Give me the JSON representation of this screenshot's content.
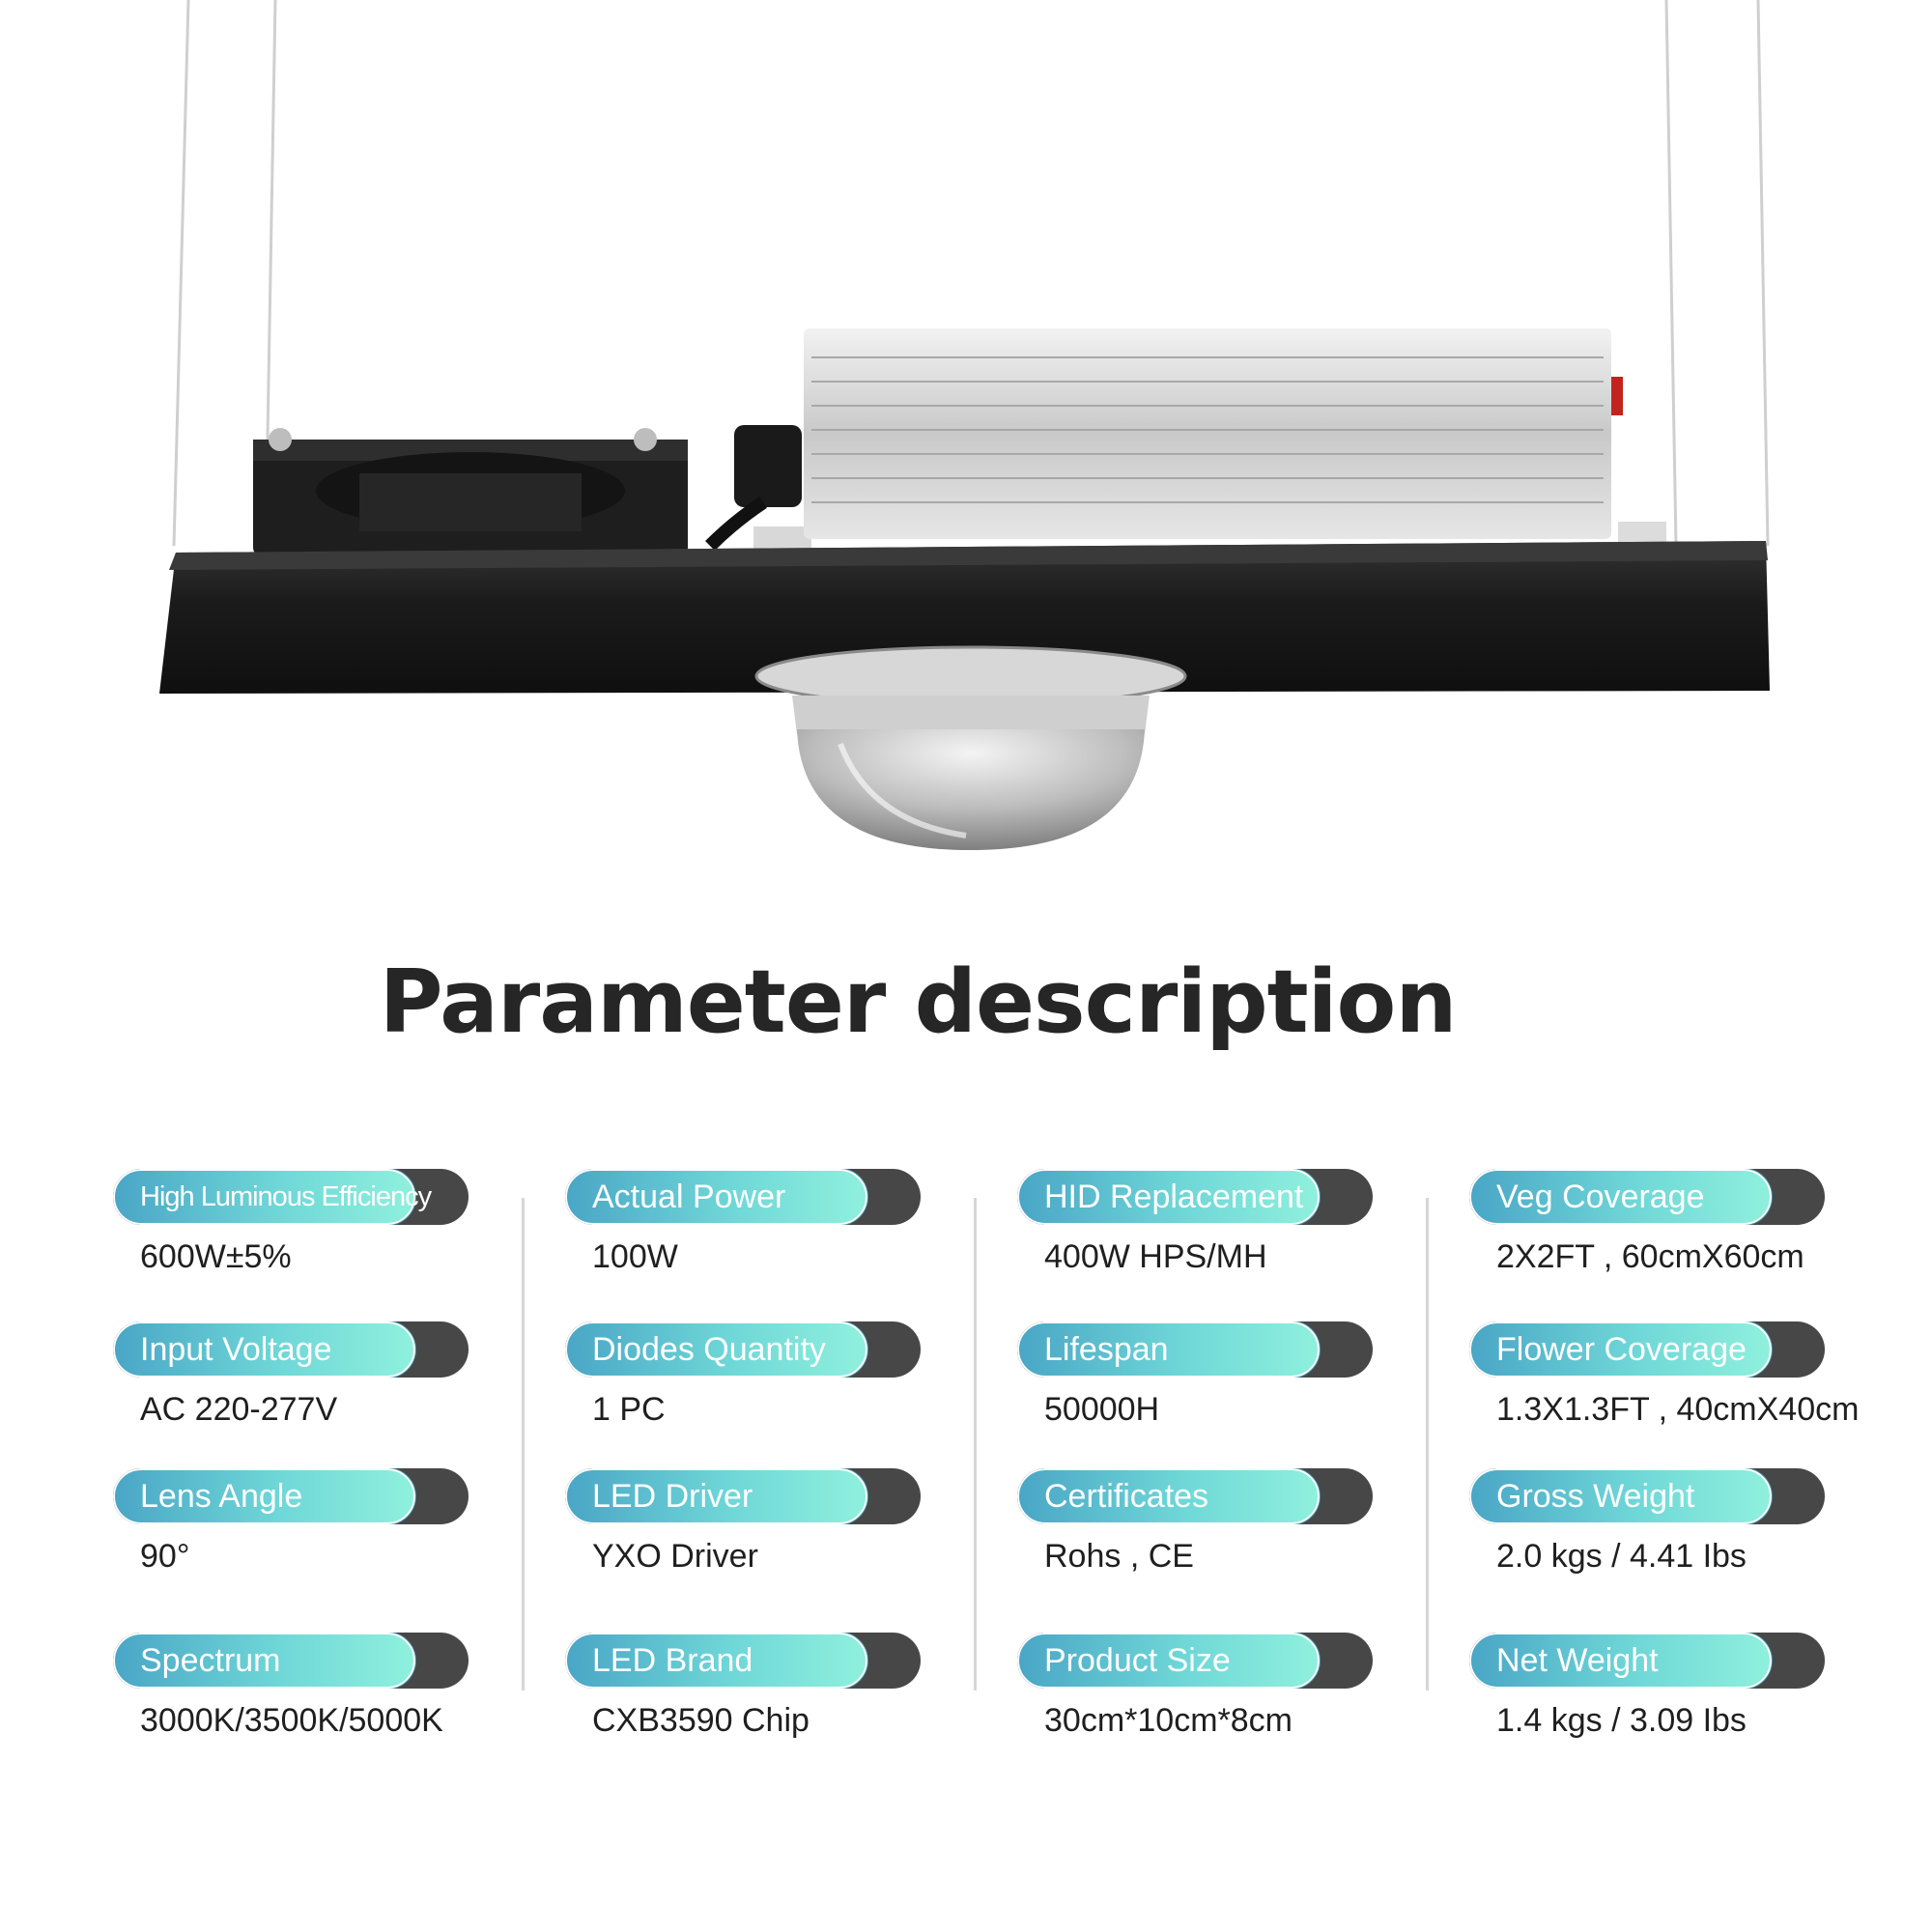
{
  "title": "Parameter description",
  "colors": {
    "pill_dark": "#474747",
    "pill_gradient_start": "#4aa6c6",
    "pill_gradient_end": "#8ff0dd"
  },
  "columns": [
    {
      "items": [
        {
          "label": "High Luminous Efficiency",
          "value": "600W±5%"
        },
        {
          "label": "Input Voltage",
          "value": "AC 220-277V"
        },
        {
          "label": "Lens Angle",
          "value": "90°"
        },
        {
          "label": "Spectrum",
          "value": "3000K/3500K/5000K"
        }
      ]
    },
    {
      "items": [
        {
          "label": "Actual Power",
          "value": "100W"
        },
        {
          "label": "Diodes Quantity",
          "value": "1 PC"
        },
        {
          "label": "LED Driver",
          "value": "YXO Driver"
        },
        {
          "label": "LED Brand",
          "value": "CXB3590 Chip"
        }
      ]
    },
    {
      "items": [
        {
          "label": "HID Replacement",
          "value": "400W HPS/MH"
        },
        {
          "label": "Lifespan",
          "value": "50000H"
        },
        {
          "label": "Certificates",
          "value": "Rohs , CE"
        },
        {
          "label": "Product Size",
          "value": "30cm*10cm*8cm"
        }
      ]
    },
    {
      "items": [
        {
          "label": "Veg Coverage",
          "value": "2X2FT , 60cmX60cm"
        },
        {
          "label": "Flower Coverage",
          "value": "1.3X1.3FT , 40cmX40cm"
        },
        {
          "label": "Gross Weight",
          "value": "2.0 kgs / 4.41 Ibs"
        },
        {
          "label": "Net Weight",
          "value": "1.4 kgs / 3.09 Ibs"
        }
      ]
    }
  ]
}
